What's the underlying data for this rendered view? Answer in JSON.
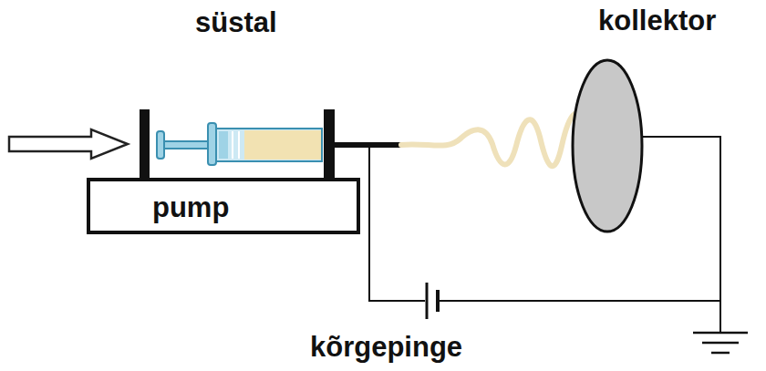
{
  "diagram": {
    "nodes": [
      {
        "text": [
          "pump"
        ]
      },
      {
        "text": [
          "kollektor"
        ]
      }
    ],
    "labels": [
      "süstal",
      "kõrgepinge"
    ]
  }
}
